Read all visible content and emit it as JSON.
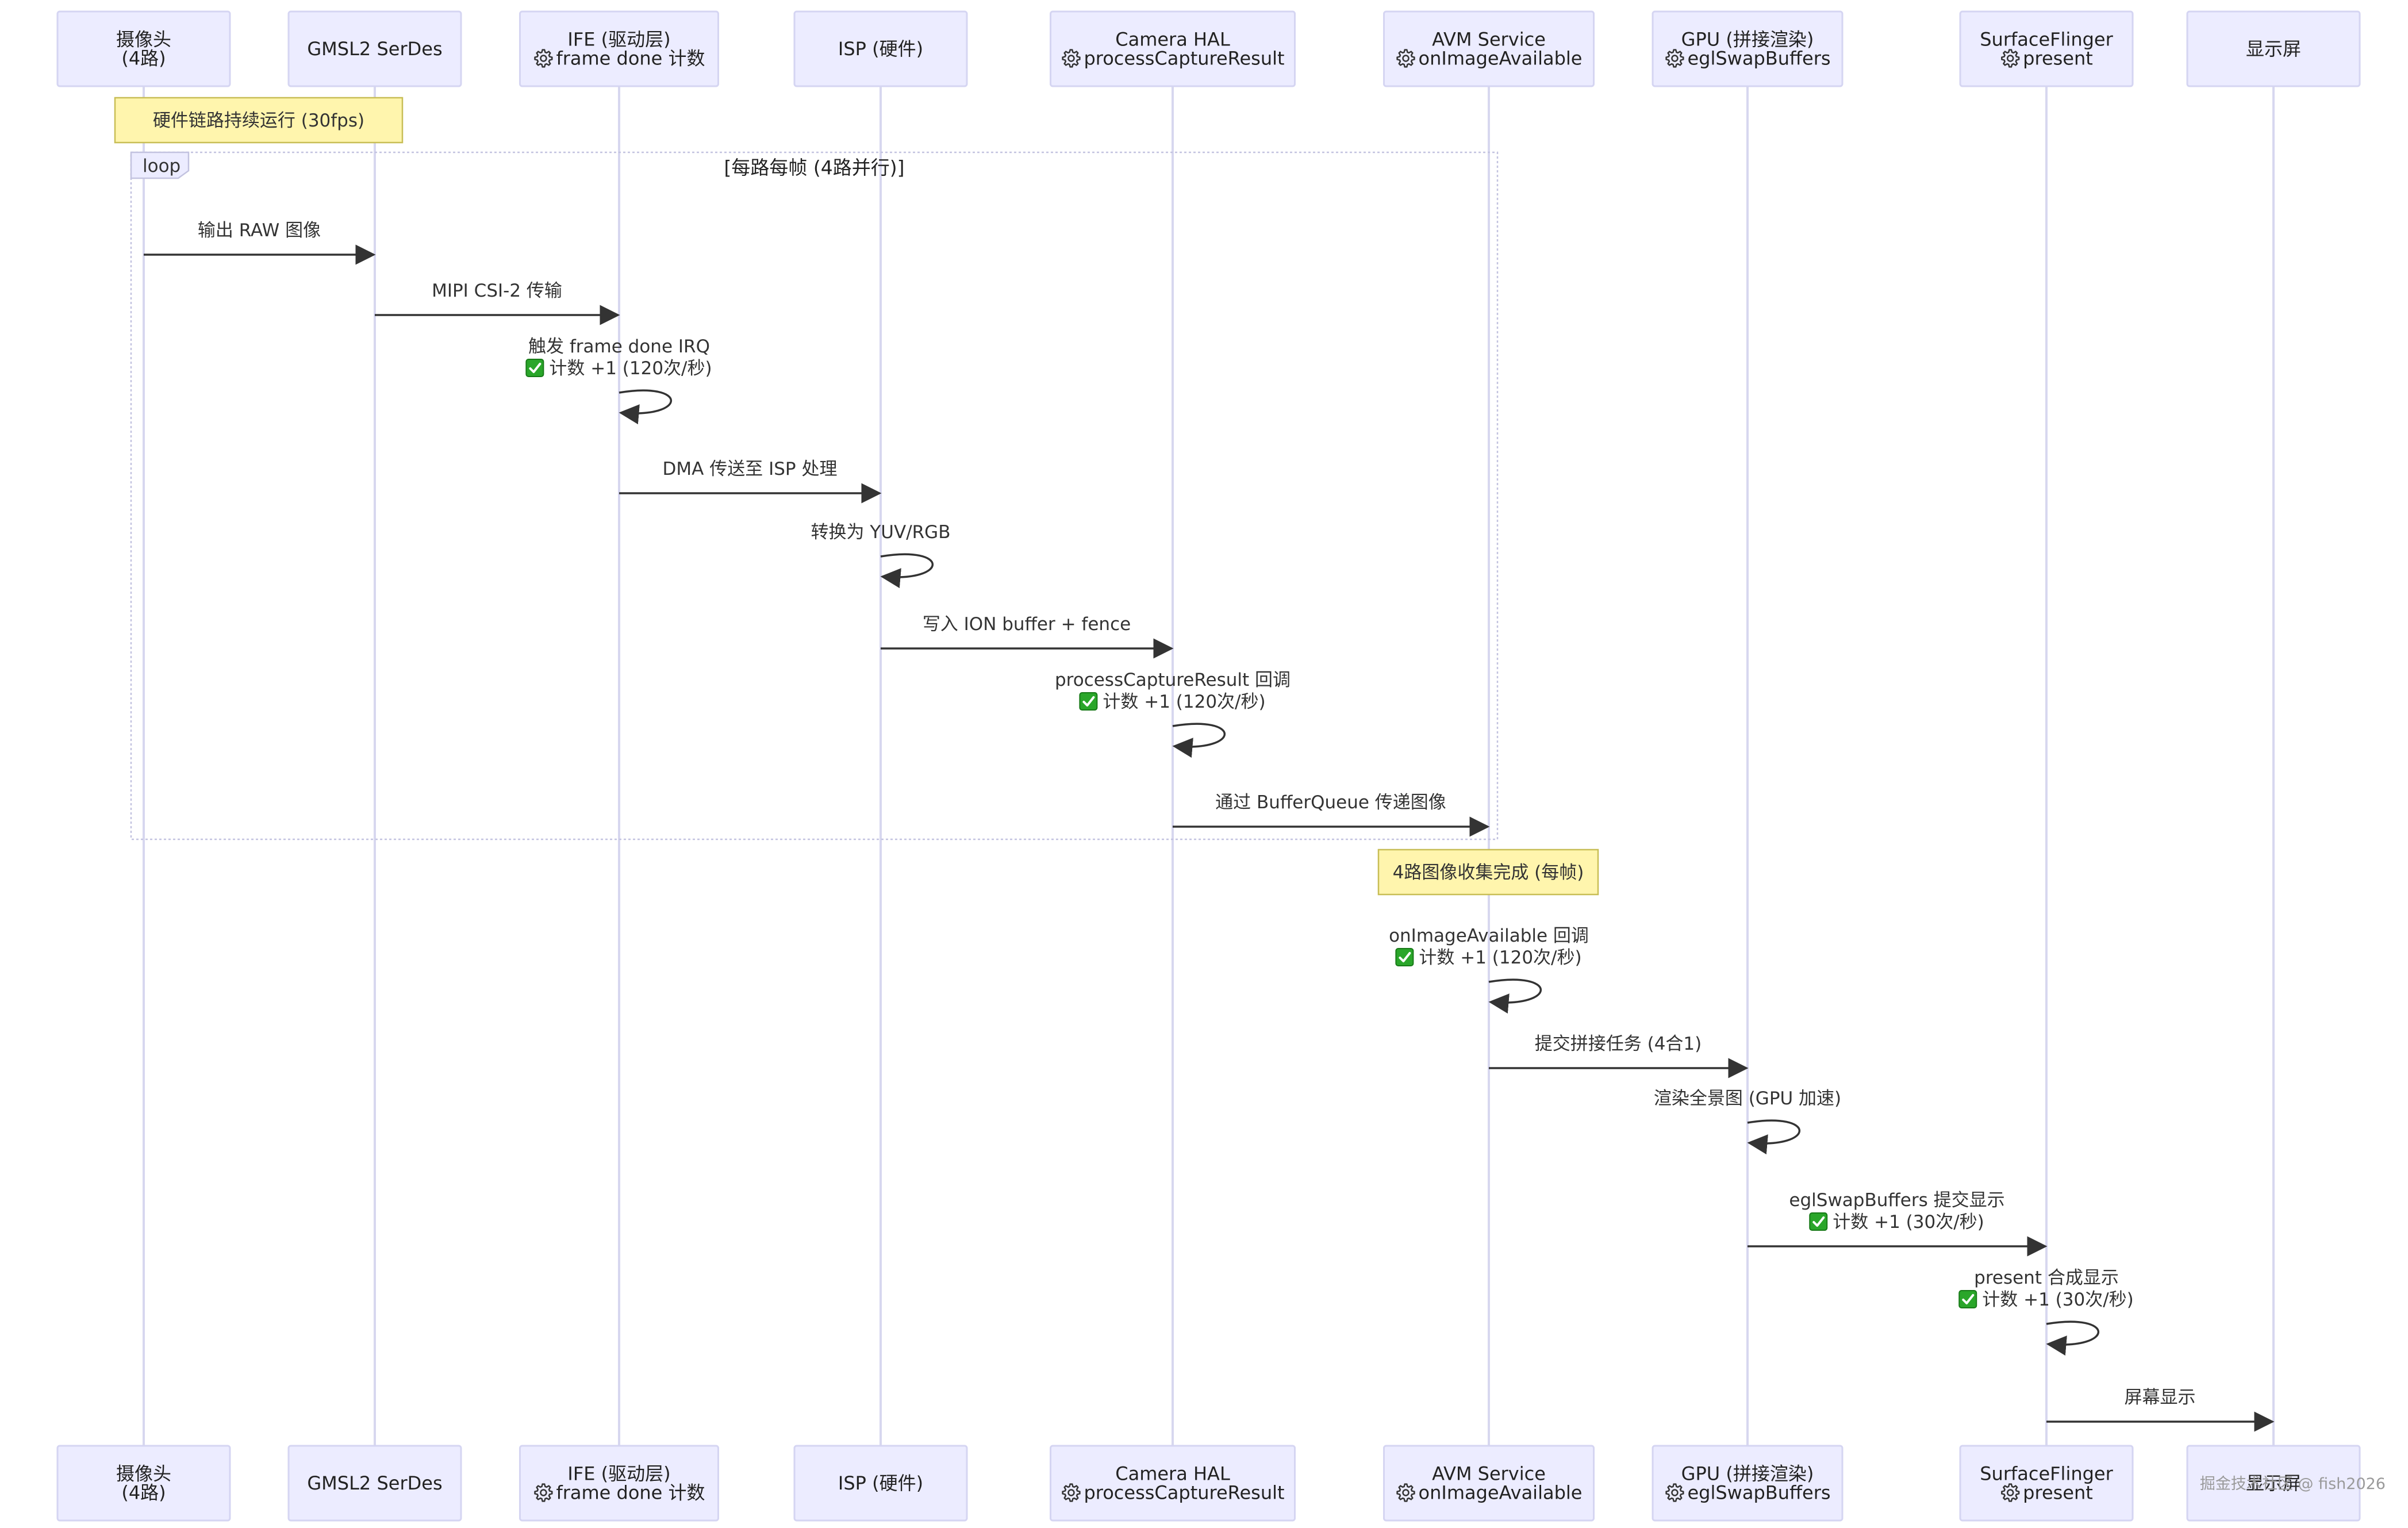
{
  "actors": [
    {
      "id": "camera",
      "lines": [
        "摄像头",
        "(4路)"
      ],
      "icon": null
    },
    {
      "id": "serdes",
      "lines": [
        "GMSL2 SerDes"
      ],
      "icon": null
    },
    {
      "id": "ife",
      "lines": [
        "IFE (驱动层)",
        "frame done 计数"
      ],
      "icon": "gear-icon"
    },
    {
      "id": "isp",
      "lines": [
        "ISP (硬件)"
      ],
      "icon": null
    },
    {
      "id": "hal",
      "lines": [
        "Camera HAL",
        "processCaptureResult"
      ],
      "icon": "gear-icon"
    },
    {
      "id": "avm",
      "lines": [
        "AVM Service",
        "onImageAvailable"
      ],
      "icon": "gear-icon"
    },
    {
      "id": "gpu",
      "lines": [
        "GPU (拼接渲染)",
        "eglSwapBuffers"
      ],
      "icon": "gear-icon"
    },
    {
      "id": "sf",
      "lines": [
        "SurfaceFlinger",
        "present"
      ],
      "icon": "gear-icon"
    },
    {
      "id": "display",
      "lines": [
        "显示屏"
      ],
      "icon": null
    }
  ],
  "notes": [
    {
      "id": "hw-note",
      "text": "硬件链路持续运行 (30fps)"
    },
    {
      "id": "collect-note",
      "text": "4路图像收集完成 (每帧)"
    }
  ],
  "loop": {
    "label": "loop",
    "condition": "[每路每帧 (4路并行)]"
  },
  "messages": [
    {
      "from": "camera",
      "to": "serdes",
      "lines": [
        "输出 RAW 图像"
      ],
      "check": false
    },
    {
      "from": "serdes",
      "to": "ife",
      "lines": [
        "MIPI CSI-2 传输"
      ],
      "check": false
    },
    {
      "from": "ife",
      "to": "ife",
      "lines": [
        "触发 frame done IRQ",
        "计数 +1 (120次/秒)"
      ],
      "check": true
    },
    {
      "from": "ife",
      "to": "isp",
      "lines": [
        "DMA 传送至 ISP 处理"
      ],
      "check": false
    },
    {
      "from": "isp",
      "to": "isp",
      "lines": [
        "转换为 YUV/RGB"
      ],
      "check": false
    },
    {
      "from": "isp",
      "to": "hal",
      "lines": [
        "写入 ION buffer + fence"
      ],
      "check": false
    },
    {
      "from": "hal",
      "to": "hal",
      "lines": [
        "processCaptureResult 回调",
        "计数 +1 (120次/秒)"
      ],
      "check": true
    },
    {
      "from": "hal",
      "to": "avm",
      "lines": [
        "通过 BufferQueue 传递图像"
      ],
      "check": false
    },
    {
      "from": "avm",
      "to": "avm",
      "lines": [
        "onImageAvailable 回调",
        "计数 +1 (120次/秒)"
      ],
      "check": true
    },
    {
      "from": "avm",
      "to": "gpu",
      "lines": [
        "提交拼接任务 (4合1)"
      ],
      "check": false
    },
    {
      "from": "gpu",
      "to": "gpu",
      "lines": [
        "渲染全景图 (GPU 加速)"
      ],
      "check": false
    },
    {
      "from": "gpu",
      "to": "sf",
      "lines": [
        "eglSwapBuffers 提交显示",
        "计数 +1 (30次/秒)"
      ],
      "check": true
    },
    {
      "from": "sf",
      "to": "sf",
      "lines": [
        "present 合成显示",
        "计数 +1 (30次/秒)"
      ],
      "check": true
    },
    {
      "from": "sf",
      "to": "display",
      "lines": [
        "屏幕显示"
      ],
      "check": false
    }
  ],
  "watermark": "掘金技术社区 @ fish2026"
}
